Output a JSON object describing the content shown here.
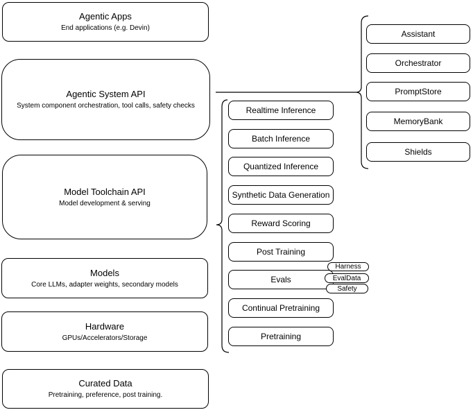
{
  "colors": {
    "background": "#ffffff",
    "node_fill": "#ffffff",
    "node_stroke": "#000000",
    "text": "#000000"
  },
  "stack": {
    "layers": [
      {
        "title": "Agentic Apps",
        "subtitle": "End applications (e.g. Devin)"
      },
      {
        "title": "Agentic System API",
        "subtitle": "System component orchestration, tool calls, safety checks"
      },
      {
        "title": "Model Toolchain API",
        "subtitle": "Model development & serving"
      },
      {
        "title": "Models",
        "subtitle": "Core LLMs, adapter weights, secondary models"
      },
      {
        "title": "Hardware",
        "subtitle": "GPUs/Accelerators/Storage"
      },
      {
        "title": "Curated Data",
        "subtitle": "Pretraining, preference, post training."
      }
    ]
  },
  "toolchain_group": {
    "items": [
      {
        "label": "Realtime Inference"
      },
      {
        "label": "Batch Inference"
      },
      {
        "label": "Quantized Inference"
      },
      {
        "label": "Synthetic Data Generation"
      },
      {
        "label": "Reward Scoring"
      },
      {
        "label": "Post Training"
      },
      {
        "label": "Evals"
      },
      {
        "label": "Continual Pretraining"
      },
      {
        "label": "Pretraining"
      }
    ],
    "eval_tags": [
      {
        "label": "Harness"
      },
      {
        "label": "EvalData"
      },
      {
        "label": "Safety"
      }
    ]
  },
  "system_group": {
    "items": [
      {
        "label": "Assistant"
      },
      {
        "label": "Orchestrator"
      },
      {
        "label": "PromptStore"
      },
      {
        "label": "MemoryBank"
      },
      {
        "label": "Shields"
      }
    ]
  }
}
